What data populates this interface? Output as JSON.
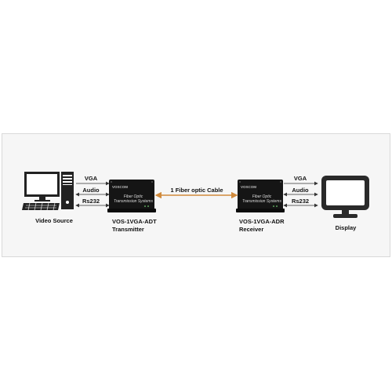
{
  "source": {
    "label": "Video Source",
    "icon": "desktop-computer-icon"
  },
  "left_signals": [
    "VGA",
    "Audio",
    "Rs232"
  ],
  "transmitter": {
    "brand": "VOSCOM",
    "text_line1": "Fiber Optic",
    "text_line2": "Transmission Systems",
    "model": "VOS-1VGA-ADT",
    "role": "Transmitter"
  },
  "link": {
    "label": "1 Fiber optic Cable",
    "color": "#d08a3c"
  },
  "receiver": {
    "brand": "VOSCOM",
    "text_line1": "Fiber Optic",
    "text_line2": "Transmission Systems",
    "model": "VOS-1VGA-ADR",
    "role": "Receiver"
  },
  "right_signals": [
    "VGA",
    "Audio",
    "Rs232"
  ],
  "display": {
    "label": "Display",
    "icon": "monitor-icon"
  }
}
